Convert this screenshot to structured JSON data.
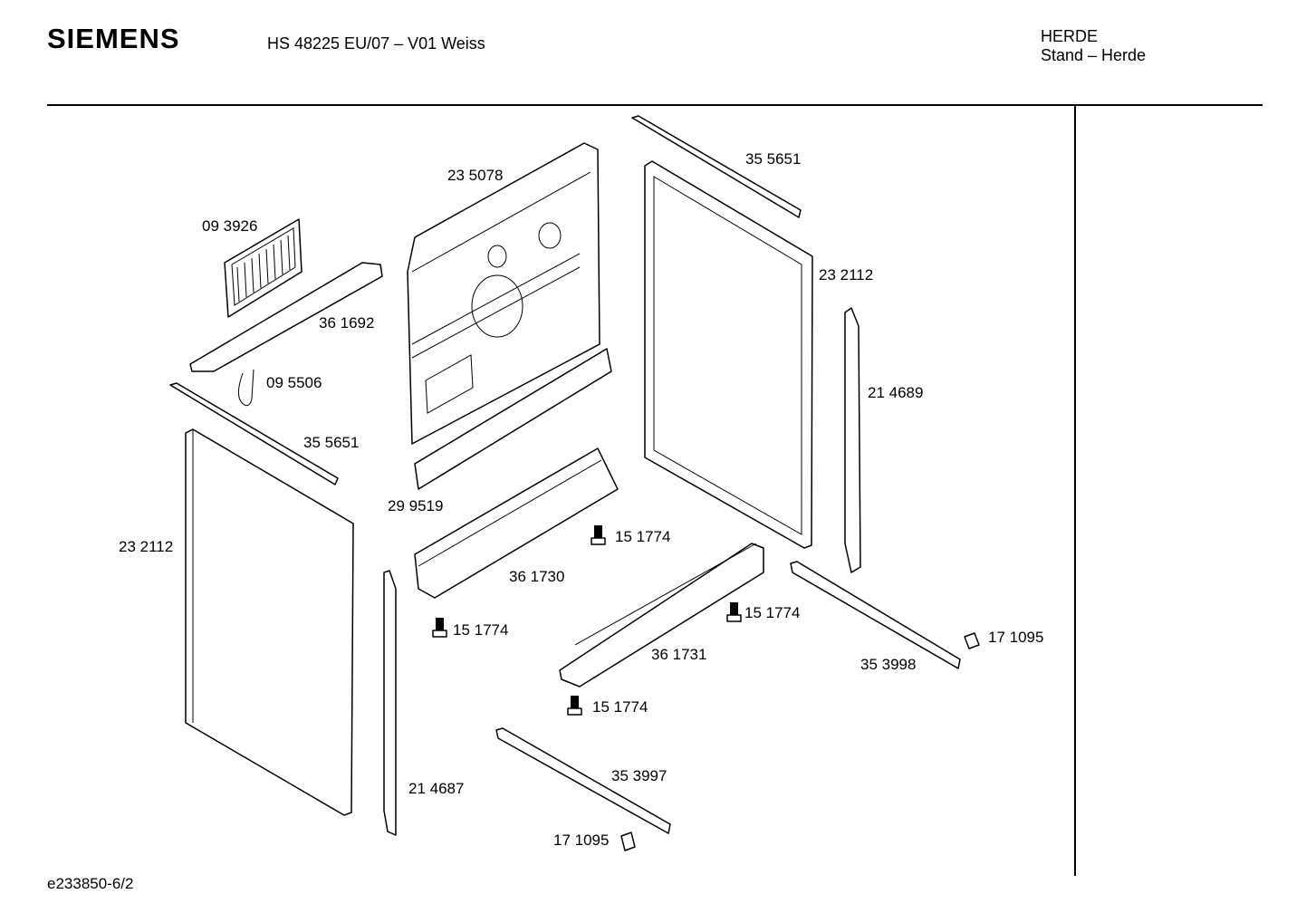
{
  "header": {
    "brand": "SIEMENS",
    "model": "HS 48225 EU/07 – V01 Weiss",
    "category": "HERDE",
    "subcategory": "Stand – Herde"
  },
  "footer": {
    "drawing_id": "e233850-6/2"
  },
  "parts": [
    {
      "label": "09 3926"
    },
    {
      "label": "23 5078"
    },
    {
      "label": "35 5651"
    },
    {
      "label": "36 1692"
    },
    {
      "label": "23 2112"
    },
    {
      "label": "09 5506"
    },
    {
      "label": "21 4689"
    },
    {
      "label": "35 5651"
    },
    {
      "label": "29 9519"
    },
    {
      "label": "15 1774"
    },
    {
      "label": "23 2112"
    },
    {
      "label": "36 1730"
    },
    {
      "label": "15 1774"
    },
    {
      "label": "15 1774"
    },
    {
      "label": "17 1095"
    },
    {
      "label": "36 1731"
    },
    {
      "label": "35 3998"
    },
    {
      "label": "15 1774"
    },
    {
      "label": "35 3997"
    },
    {
      "label": "21 4687"
    },
    {
      "label": "17 1095"
    }
  ]
}
